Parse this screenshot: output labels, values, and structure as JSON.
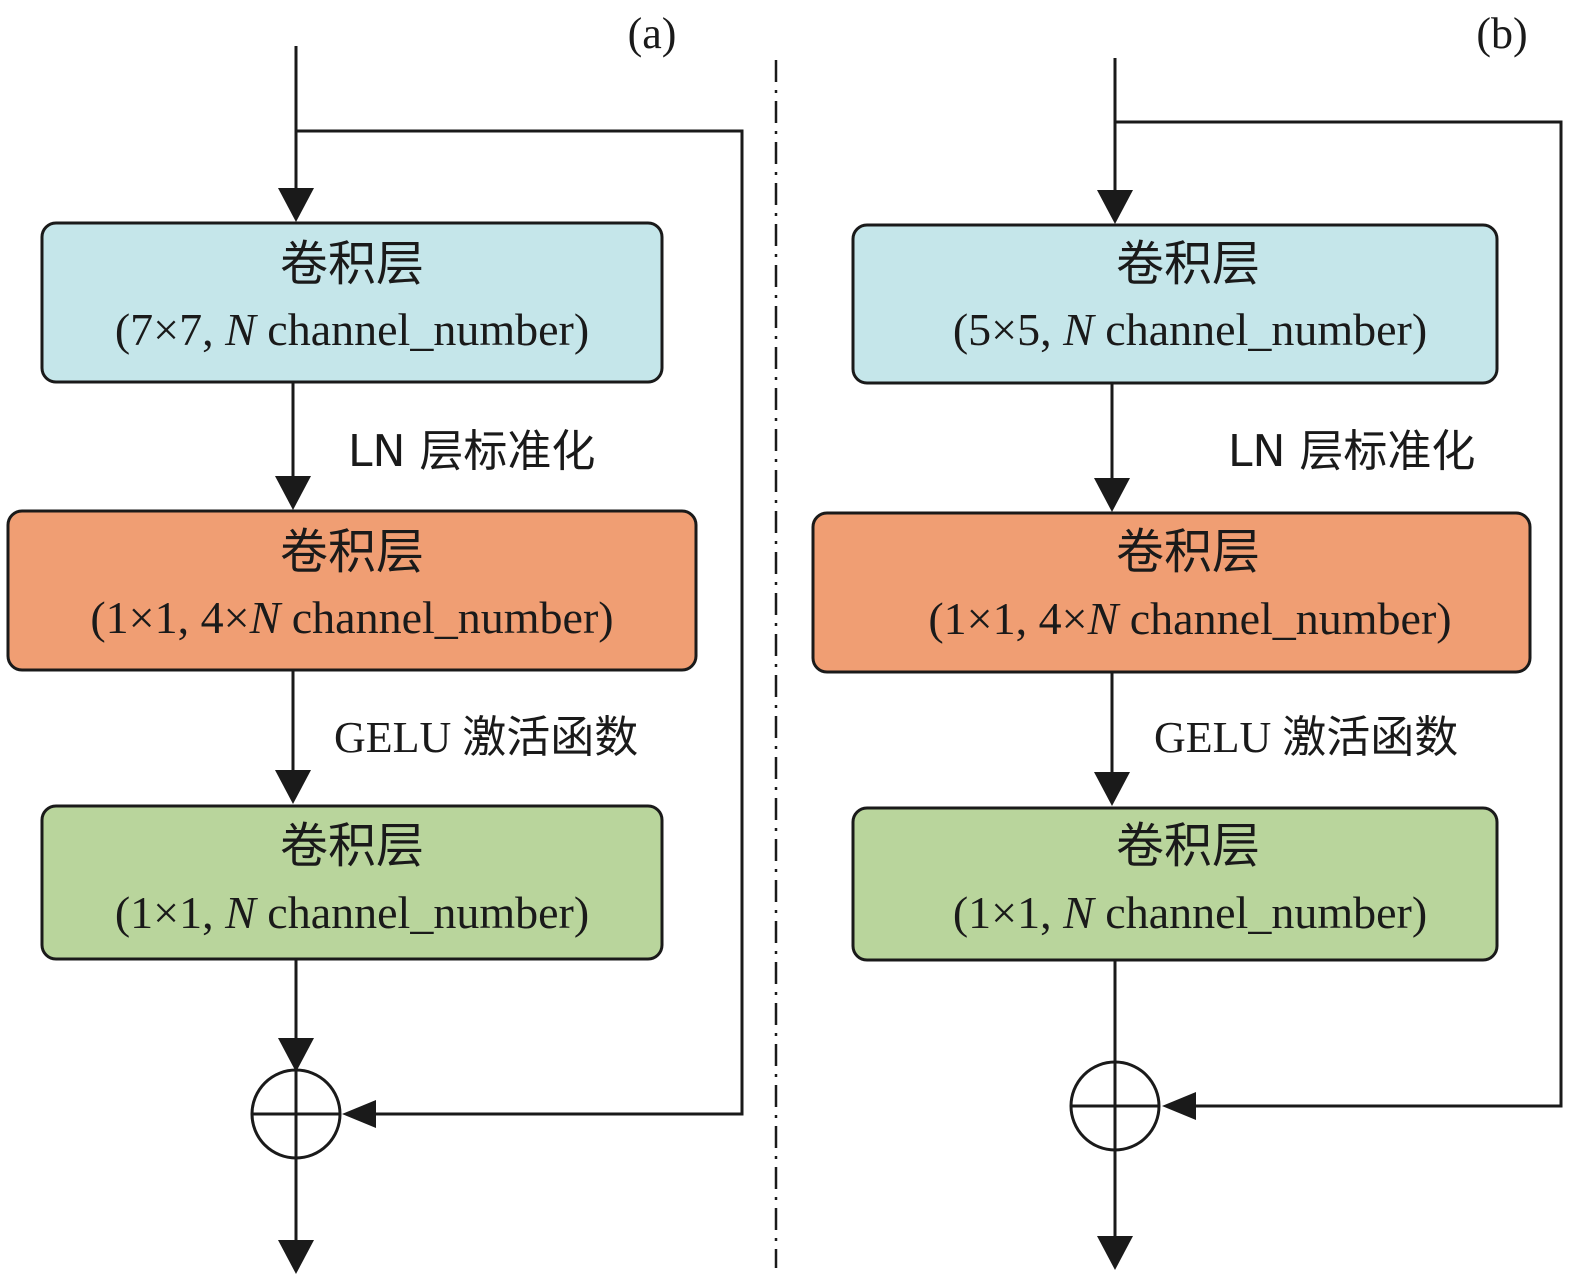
{
  "colors": {
    "box_top": "#c5e6ea",
    "box_middle": "#f09e73",
    "box_bottom": "#b9d59c",
    "line": "#1a1a1a",
    "background": "#ffffff"
  },
  "panel_a": {
    "label": "(a)",
    "box1": {
      "title": "卷积层",
      "params_prefix": "(7×7, ",
      "params_italic": "N",
      "params_suffix": " channel_number)"
    },
    "step1": "LN 层标准化",
    "box2": {
      "title": "卷积层",
      "params_prefix": "(1×1, 4×",
      "params_italic": "N",
      "params_suffix": " channel_number)"
    },
    "step2": "GELU 激活函数",
    "box3": {
      "title": "卷积层",
      "params_prefix": "(1×1, ",
      "params_italic": "N",
      "params_suffix": " channel_number)"
    }
  },
  "panel_b": {
    "label": "(b)",
    "box1": {
      "title": "卷积层",
      "params_prefix": "(5×5, ",
      "params_italic": "N",
      "params_suffix": " channel_number)"
    },
    "step1": "LN 层标准化",
    "box2": {
      "title": "卷积层",
      "params_prefix": "(1×1, 4×",
      "params_italic": "N",
      "params_suffix": " channel_number)"
    },
    "step2": "GELU 激活函数",
    "box3": {
      "title": "卷积层",
      "params_prefix": "(1×1, ",
      "params_italic": "N",
      "params_suffix": " channel_number)"
    }
  }
}
